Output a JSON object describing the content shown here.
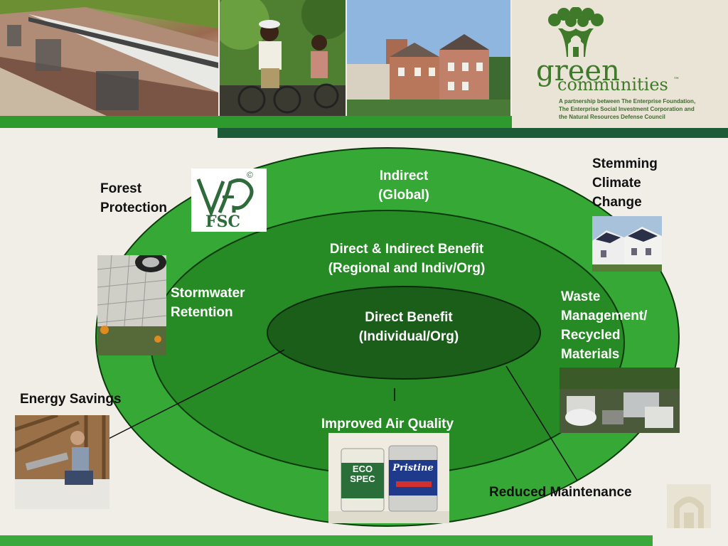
{
  "colors": {
    "outer_ring": "#36a836",
    "middle_ring": "#268a25",
    "inner_core": "#1a5e1a",
    "header_stripe": "#2e9a2e",
    "dark_stripe": "#1d5b36",
    "background": "#f1eee7"
  },
  "logo": {
    "word1": "green",
    "word2": "communities",
    "tm": "™",
    "tagline": [
      "A partnership between The Enterprise Foundation,",
      "The Enterprise Social Investment Corporation and",
      "the Natural Resources Defense Council"
    ]
  },
  "header_photos": [
    {
      "name": "metro-station-photo"
    },
    {
      "name": "cyclists-photo"
    },
    {
      "name": "townhouses-photo"
    }
  ],
  "diagram": {
    "outer_title": [
      "Indirect",
      "(Global)"
    ],
    "middle_title": [
      "Direct & Indirect Benefit",
      "(Regional and Indiv/Org)"
    ],
    "inner_title": [
      "Direct Benefit",
      "(Individual/Org)"
    ]
  },
  "labels": {
    "forest": [
      "Forest",
      "Protection"
    ],
    "climate": [
      "Stemming",
      "Climate",
      "Change"
    ],
    "stormwater": [
      "Stormwater",
      "Retention"
    ],
    "waste": [
      "Waste",
      "Management/",
      "Recycled",
      "Materials"
    ],
    "energy": "Energy Savings",
    "air": "Improved Air Quality",
    "maintenance": "Reduced Maintenance"
  },
  "fsc": {
    "text": "FSC",
    "mark": "©"
  },
  "paint_cans": {
    "can1": [
      "ECO",
      "SPEC"
    ],
    "can2": "Pristine"
  }
}
